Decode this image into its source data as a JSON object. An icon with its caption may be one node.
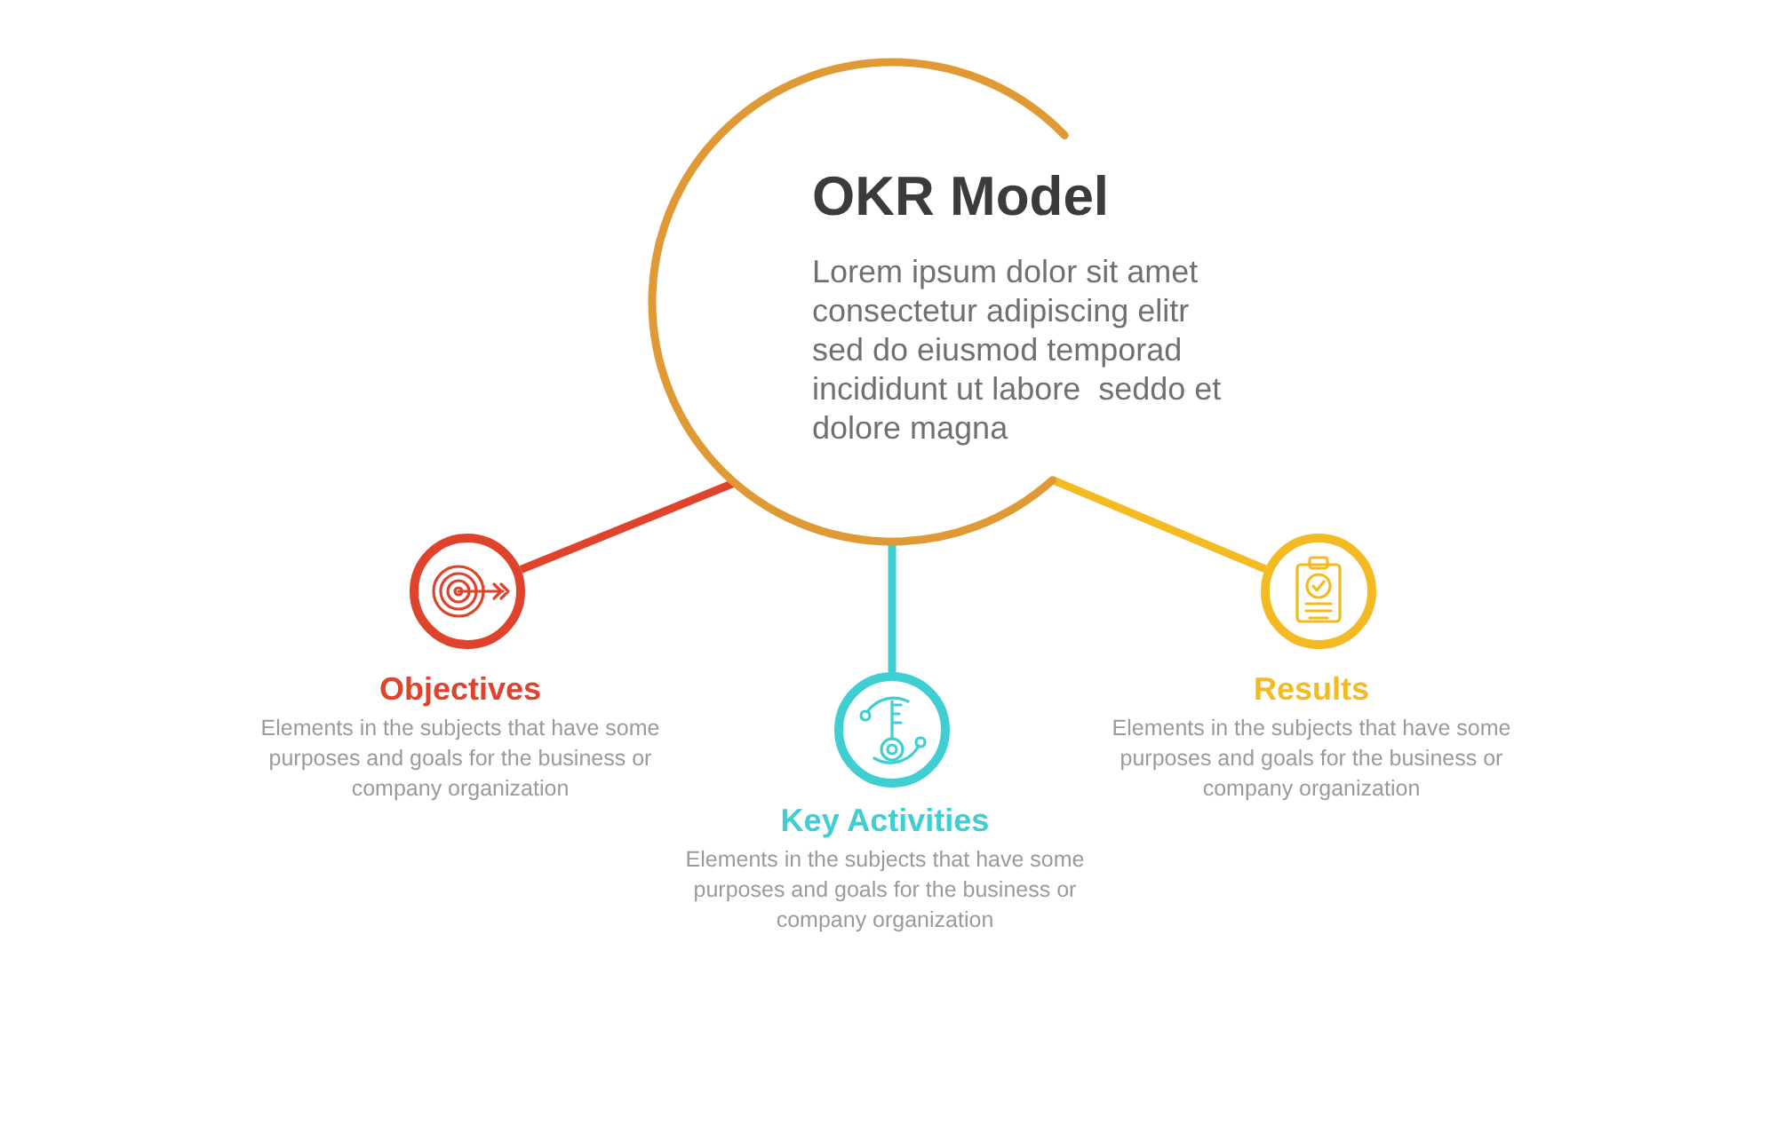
{
  "diagram": {
    "nodes": [
      {
        "text": [
          "OKR Model",
          "Lorem ipsum dolor sit amet consectetur adipiscing elitr sed do eiusmod temporad incididunt ut labore  seddo et dolore magna"
        ]
      },
      {
        "text": [],
        "shape": "circle",
        "beside": [
          "Objectives",
          "Elements in the subjects that have some purposes and goals for the business or company organization"
        ]
      },
      {
        "text": [],
        "shape": "circle",
        "beside": [
          "Key Activities",
          "Elements in the subjects that have some purposes and goals for the business or company organization"
        ]
      },
      {
        "text": [],
        "shape": "circle",
        "beside": [
          "Results",
          "Elements in the subjects that have some purposes and goals for the business or company organization"
        ]
      }
    ],
    "edges": [
      {
        "from": 0,
        "to": 1,
        "arrow": "none",
        "color": "#e0432b"
      },
      {
        "from": 0,
        "to": 2,
        "arrow": "none",
        "color": "#3fcfd2"
      },
      {
        "from": 0,
        "to": 3,
        "arrow": "none",
        "color": "#f3ba22"
      }
    ]
  }
}
